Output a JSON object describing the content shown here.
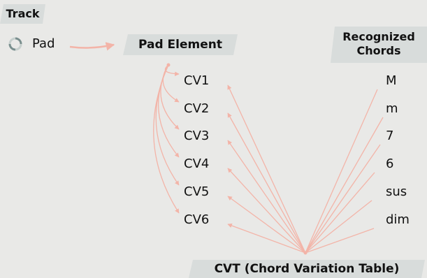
{
  "track": {
    "title": "Track"
  },
  "pad": {
    "label": "Pad",
    "icon": "refresh-icon"
  },
  "pad_element": {
    "title": "Pad Element"
  },
  "recognized_chords": {
    "title_line1": "Recognized",
    "title_line2": "Chords",
    "items": [
      "M",
      "m",
      "7",
      "6",
      "sus",
      "dim"
    ]
  },
  "chord_variations": [
    "CV1",
    "CV2",
    "CV3",
    "CV4",
    "CV5",
    "CV6"
  ],
  "cvt": {
    "title": "CVT (Chord Variation Table)"
  },
  "colors": {
    "background": "#e9e9e7",
    "tag_fill": "#d8dcdb",
    "arrow": "#f3b4a8"
  }
}
